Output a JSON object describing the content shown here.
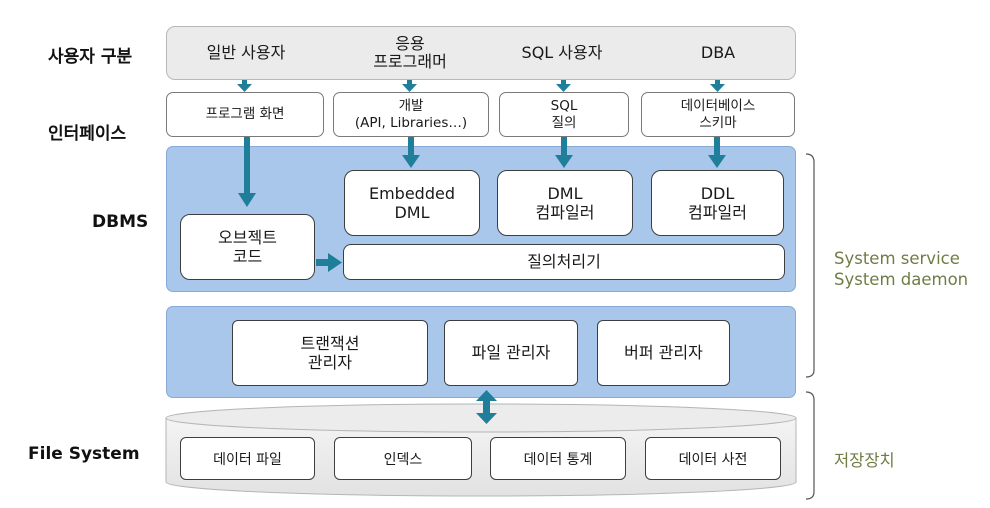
{
  "row_labels": {
    "user_type": "사용자 구분",
    "interface": "인터페이스",
    "dbms": "DBMS",
    "file_system": "File System"
  },
  "users": [
    "일반 사용자",
    "응용\n프로그래머",
    "SQL 사용자",
    "DBA"
  ],
  "interfaces": [
    "프로그램 화면",
    "개발\n(API, Libraries…)",
    "SQL\n질의",
    "데이터베이스\n스키마"
  ],
  "dbms": {
    "object_code": "오브젝트\n코드",
    "embedded_dml": "Embedded\nDML",
    "dml_compiler": "DML\n컴파일러",
    "ddl_compiler": "DDL\n컴파일러",
    "query_processor": "질의처리기"
  },
  "managers": {
    "transaction": "트랜잭션\n관리자",
    "file": "파일 관리자",
    "buffer": "버퍼 관리자"
  },
  "file_system": [
    "데이터 파일",
    "인덱스",
    "데이터 통계",
    "데이터 사전"
  ],
  "side_labels": {
    "system": "System service\nSystem daemon",
    "storage": "저장장치"
  },
  "colors": {
    "panel_blue": "#a9c7ea",
    "arrow_teal": "#1f7f9b",
    "side_text": "#6f7d45",
    "user_bar_gray": "#ebebeb"
  }
}
